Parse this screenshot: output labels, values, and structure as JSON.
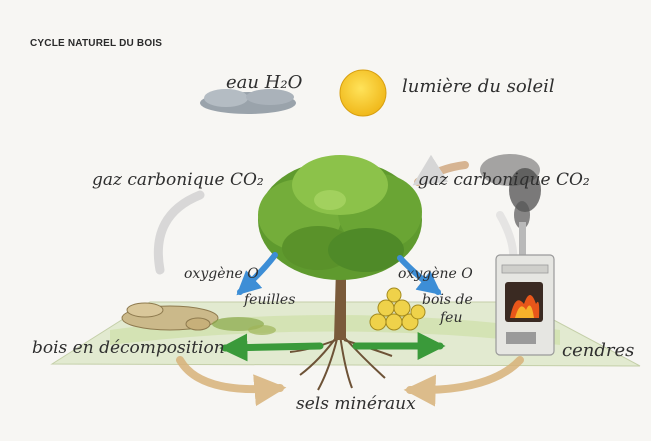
{
  "title": "Cycle naturel du bois",
  "labels": {
    "water": "eau H₂O",
    "sunlight": "lumière du soleil",
    "co2_left": "gaz carbonique CO₂",
    "co2_right": "gaz carbonique CO₂",
    "oxygen_left": "oxygène O",
    "oxygen_right": "oxygène O",
    "leaves": "feuilles",
    "firewood_line1": "bois de",
    "firewood_line2": "feu",
    "decomposition": "bois en décomposition",
    "ashes": "cendres",
    "minerals": "sels minéraux"
  },
  "colors": {
    "sun": "#f3c21a",
    "foliage": "#5f9a2e",
    "foliage_light": "#8cc24a",
    "trunk": "#7a5a3a",
    "arrow_green": "#3a9a3a",
    "arrow_blue": "#3d8ed6",
    "arrow_brown": "#d8b27a",
    "arrow_grey": "#c9c9c9",
    "ground": "#dfe8c4",
    "smoke": "#555555",
    "stove": "#e4e4e0",
    "fire": "#e8561a"
  }
}
